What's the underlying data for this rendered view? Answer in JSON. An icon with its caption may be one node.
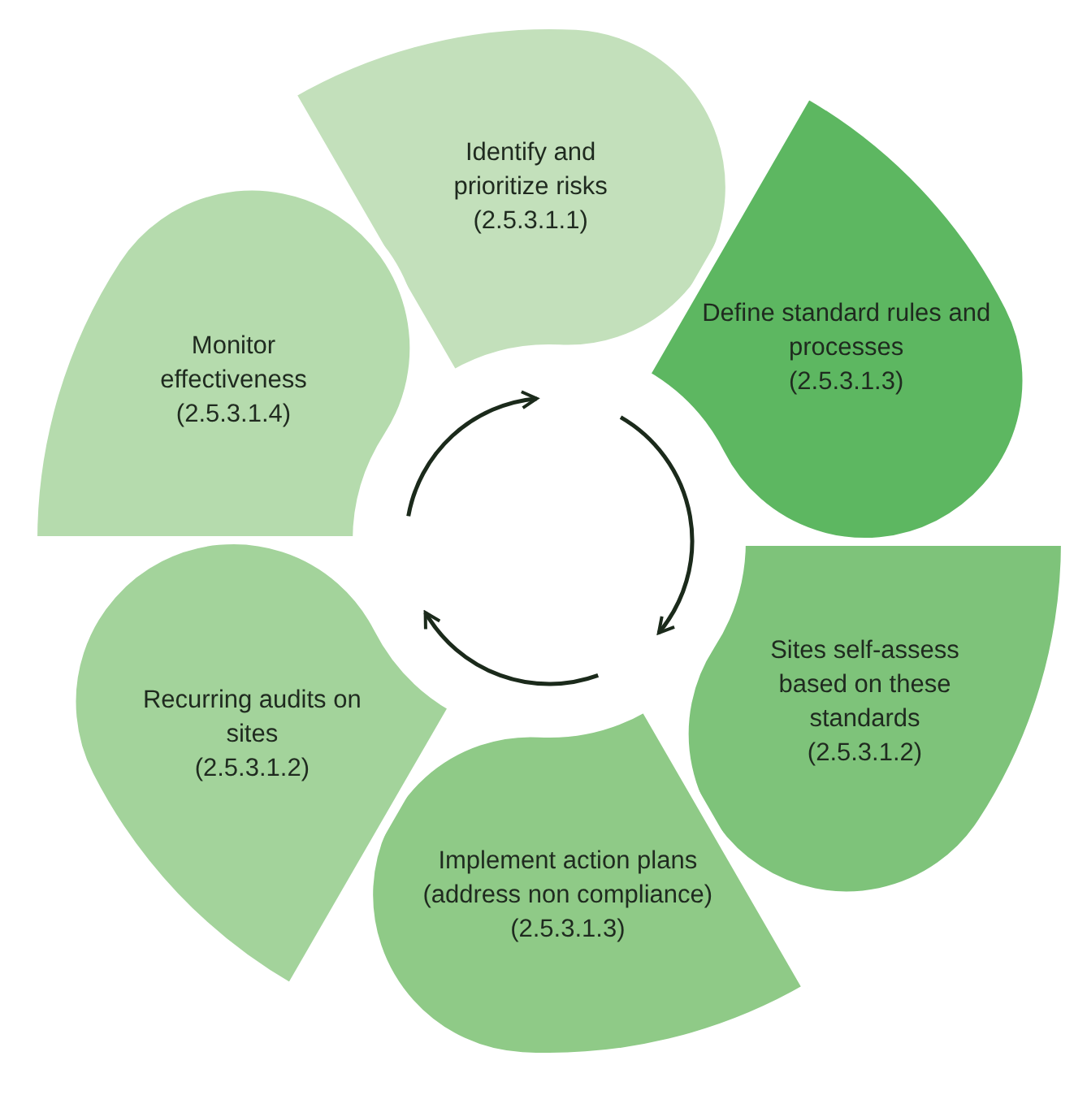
{
  "diagram": {
    "nodes": [
      {
        "text": [
          "Identify and prioritize risks",
          "(2.5.3.1.1)"
        ]
      },
      {
        "text": [
          "Define standard rules and processes",
          "(2.5.3.1.3)"
        ]
      },
      {
        "text": [
          "Sites self-assess based on these standards",
          "(2.5.3.1.2)"
        ]
      },
      {
        "text": [
          "Implement action plans (address non compliance)",
          "(2.5.3.1.3)"
        ]
      },
      {
        "text": [
          "Recurring audits on sites",
          "(2.5.3.1.2)"
        ]
      },
      {
        "text": [
          "Monitor effectiveness",
          "(2.5.3.1.4)"
        ]
      }
    ]
  }
}
